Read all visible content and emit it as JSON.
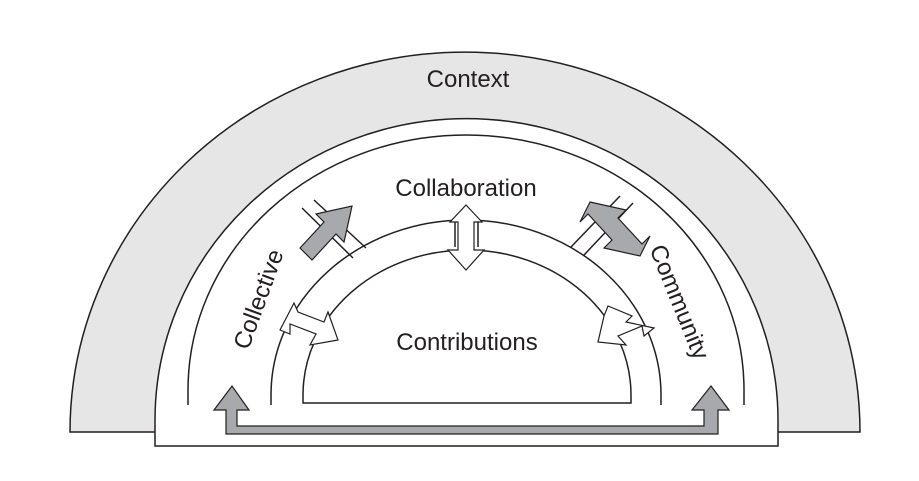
{
  "diagram": {
    "labels": {
      "context": "Context",
      "collaboration": "Collaboration",
      "collective": "Collective",
      "community": "Community",
      "contributions": "Contributions"
    },
    "colors": {
      "outline": "#231f20",
      "context_fill": "#e6e6e7",
      "ring_fill": "#ffffff",
      "gray_arrow": "#a7a9ac",
      "white_arrow": "#ffffff"
    }
  }
}
